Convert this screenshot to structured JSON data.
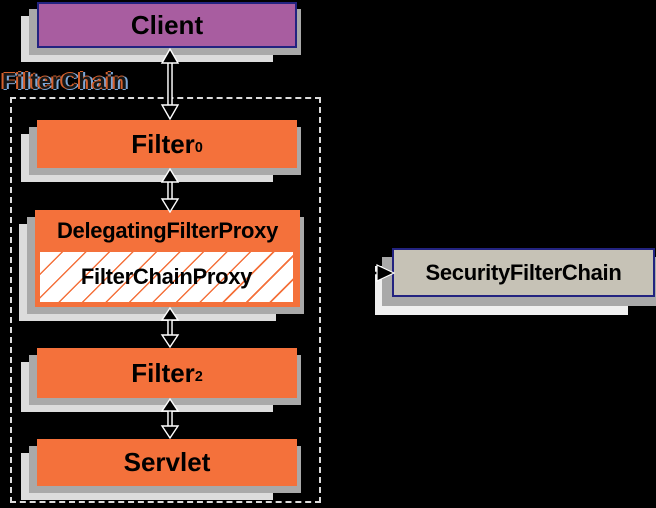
{
  "colors": {
    "background": "#000000",
    "box_orange": "#F4713B",
    "box_purple": "#A85DA0",
    "box_tan": "#C6C2B6",
    "border_navy": "#232380",
    "shadow_mid": "#A9A9A9",
    "shadow_light": "#DCDCDC",
    "dash_border": "#DDDDDD",
    "label_orange_edge": "#D4602C",
    "label_blue_edge": "#7EA8D8",
    "text_black": "#000000",
    "arrow_fill": "#000000",
    "arrow_outline": "#FFFFFF"
  },
  "group": {
    "label": "FilterChain"
  },
  "nodes": {
    "client": {
      "label": "Client",
      "fill": "purple"
    },
    "filter0": {
      "label": "Filter",
      "subscript": "0",
      "fill": "orange"
    },
    "delegating_filter_proxy": {
      "label": "DelegatingFilterProxy",
      "fill": "orange"
    },
    "filter_chain_proxy": {
      "label": "FilterChainProxy",
      "fill": "white-hatched"
    },
    "filter2": {
      "label": "Filter",
      "subscript": "2",
      "fill": "orange"
    },
    "servlet": {
      "label": "Servlet",
      "fill": "orange"
    },
    "security_filter_chain": {
      "label": "SecurityFilterChain",
      "fill": "tan"
    }
  },
  "connections": [
    {
      "from": "Client",
      "to": "Filter0",
      "style": "double-headed-vertical"
    },
    {
      "from": "Filter0",
      "to": "DelegatingFilterProxy",
      "style": "double-headed-vertical"
    },
    {
      "from": "DelegatingFilterProxy",
      "to": "Filter2",
      "style": "double-headed-vertical"
    },
    {
      "from": "Filter2",
      "to": "Servlet",
      "style": "double-headed-vertical"
    },
    {
      "from": "FilterChainProxy",
      "to": "SecurityFilterChain",
      "style": "arrow-right"
    }
  ]
}
